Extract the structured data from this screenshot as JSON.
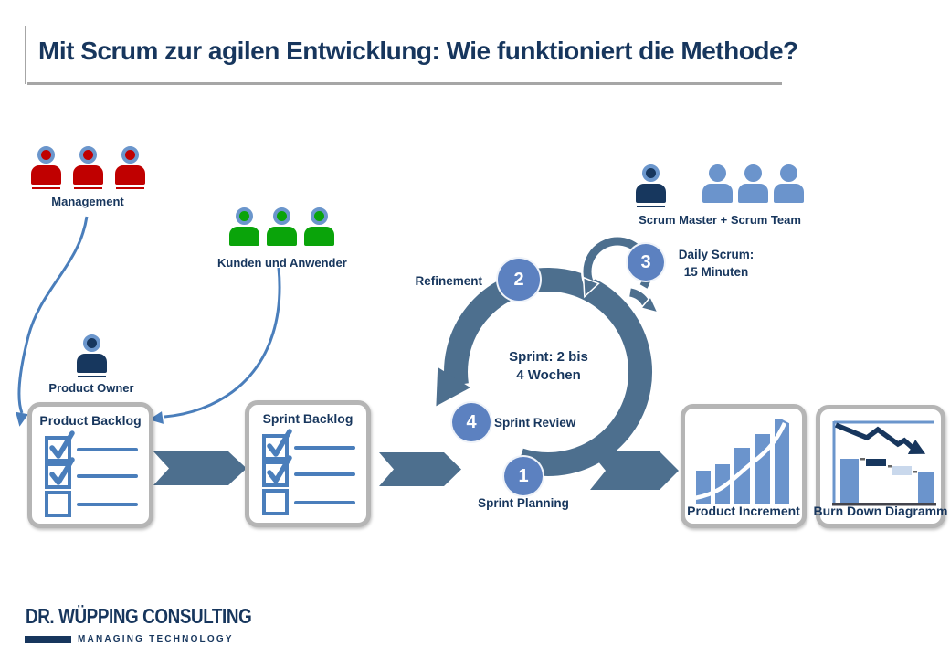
{
  "title": "Mit Scrum zur agilen Entwicklung: Wie funktioniert die Methode?",
  "actors": {
    "management": {
      "label": "Management",
      "count": 3
    },
    "customers": {
      "label": "Kunden und Anwender",
      "count": 3
    },
    "product_owner": {
      "label": "Product Owner",
      "count": 1
    },
    "scrum_team": {
      "label": "Scrum Master + Scrum Team",
      "count": 4
    }
  },
  "artifacts": {
    "product_backlog": {
      "title": "Product Backlog",
      "icon": "checklist-icon"
    },
    "sprint_backlog": {
      "title": "Sprint Backlog",
      "icon": "checklist-icon"
    },
    "product_increment": {
      "title": "Product Increment",
      "icon": "rising-bar-chart-arrow-icon"
    },
    "burn_down": {
      "title": "Burn Down Diagramm",
      "icon": "burndown-chart-arrow-icon"
    }
  },
  "cycle": {
    "center_line1": "Sprint: 2 bis",
    "center_line2": "4 Wochen",
    "steps": [
      {
        "num": "1",
        "label": "Sprint Planning"
      },
      {
        "num": "2",
        "label": "Refinement"
      },
      {
        "num": "3",
        "label": "Daily Scrum:",
        "label2": "15 Minuten"
      },
      {
        "num": "4",
        "label": "Sprint Review"
      }
    ]
  },
  "logo": {
    "line1": "DR. WÜPPING CONSULTING",
    "line2": "MANAGING TECHNOLOGY"
  },
  "colors": {
    "navy": "#17365d",
    "slate": "#4d6f8e",
    "accent": "#4a7ebb",
    "circle": "#5c81c0",
    "red": "#c00000",
    "green": "#0aa40a",
    "teamblue": "#6b94cc",
    "fignavy": "#17375e",
    "headring": "#6b96cc",
    "lightbar": "#c9d8ec",
    "boxborder": "#b5b5b5",
    "rule": "#a6a6a6",
    "axisdark": "#44444c"
  }
}
